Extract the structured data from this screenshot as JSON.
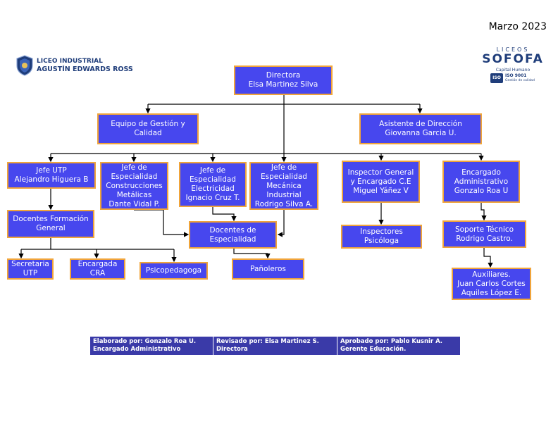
{
  "header": {
    "date": "Marzo 2023",
    "school_logo": {
      "line1": "LICEO INDUSTRIAL",
      "line2": "AGUSTÍN EDWARDS ROSS",
      "icon": "school-shield-icon"
    },
    "sofofa_logo": {
      "top": "LICEOS",
      "brand": "SOFOFA",
      "sub": "Capital Humano",
      "iso_mark": "ISO",
      "iso": "ISO 9001",
      "iso_sub": "Gestión de calidad"
    }
  },
  "colors": {
    "box_fill": "#4747ee",
    "box_border": "#f0a43a",
    "footer_fill": "#3a3aa8",
    "line": "#000000"
  },
  "nodes": {
    "directora": [
      "Directora",
      "Elsa Martinez Silva"
    ],
    "gestion": [
      "Equipo de Gestión y",
      "Calidad"
    ],
    "asistente": [
      "Asistente de Dirección",
      "Giovanna Garcia U."
    ],
    "jefe_utp": [
      "Jefe UTP",
      "Alejandro Higuera B"
    ],
    "esp_const": [
      "Jefe de",
      "Especialidad",
      "Construcciones",
      "Metálicas",
      "Dante Vidal P."
    ],
    "esp_elec": [
      "Jefe de",
      "Especialidad",
      "Electricidad",
      "Ignacio Cruz T."
    ],
    "esp_mec": [
      "Jefe de",
      "Especialidad",
      "Mecánica",
      "Industrial",
      "Rodrigo Silva A."
    ],
    "inspector": [
      "Inspector General",
      "y Encargado C.E",
      "Miguel Yáñez V"
    ],
    "encargado_adm": [
      "Encargado",
      "Administrativo",
      "Gonzalo Roa U"
    ],
    "docentes_form": [
      "Docentes Formación",
      "General"
    ],
    "docentes_esp": [
      "Docentes de",
      "Especialidad"
    ],
    "inspectores": [
      "Inspectores",
      "Psicóloga"
    ],
    "soporte": [
      "Soporte Técnico",
      "Rodrigo Castro."
    ],
    "secretaria": [
      "Secretaria",
      "UTP"
    ],
    "encargada_cra": [
      "Encargada",
      "CRA"
    ],
    "psicopedagoga": [
      "Psicopedagoga"
    ],
    "panoleros": [
      "Pañoleros"
    ],
    "auxiliares": [
      "Auxiliares.",
      "Juan Carlos Cortes",
      "Aquiles López E."
    ]
  },
  "footer": {
    "elaborado": [
      "Elaborado por: Gonzalo Roa U.",
      "Encargado Administrativo"
    ],
    "revisado": [
      "Revisado por: Elsa Martinez S.",
      "Directora"
    ],
    "aprobado": [
      "Aprobado por: Pablo Kusnir A.",
      "Gerente Educación."
    ]
  }
}
